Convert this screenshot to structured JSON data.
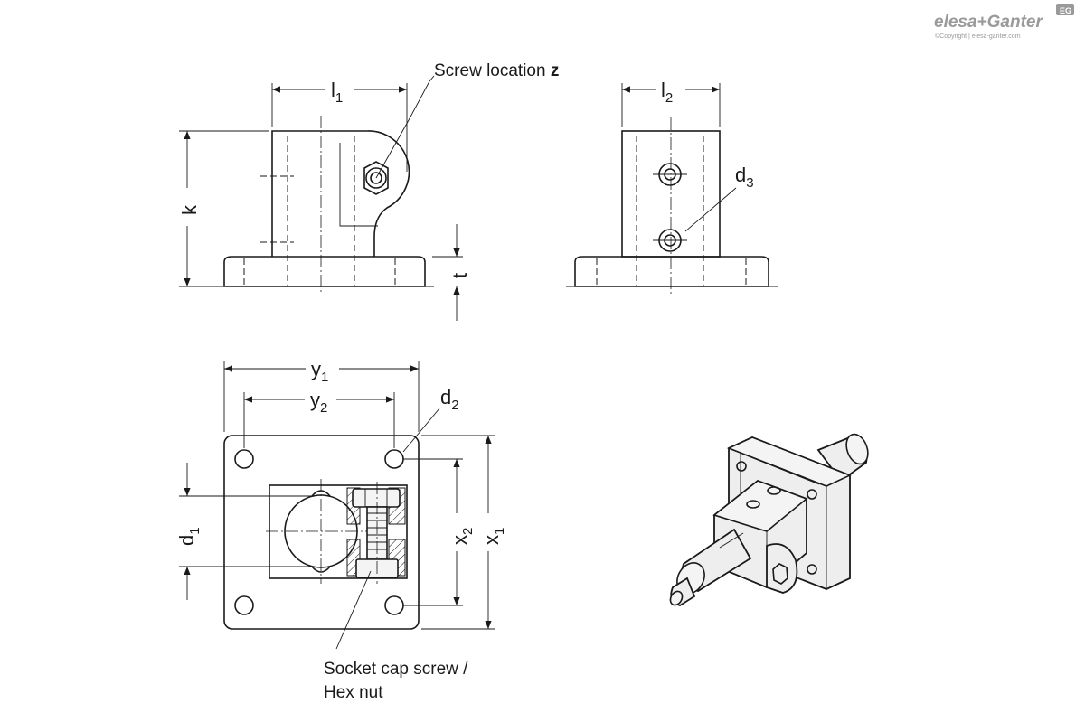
{
  "logo": {
    "brand": "elesa+Ganter",
    "badge": "EG",
    "copyright": "©Copyright | elesa-ganter.com"
  },
  "callouts": {
    "screw_location": "Screw location",
    "screw_location_symbol": "z",
    "socket_line1": "Socket cap screw /",
    "socket_line2": "Hex nut"
  },
  "dimensions": {
    "l1": {
      "base": "l",
      "sub": "1"
    },
    "l2": {
      "base": "l",
      "sub": "2"
    },
    "k": {
      "base": "k",
      "sub": ""
    },
    "t": {
      "base": "t",
      "sub": ""
    },
    "d3": {
      "base": "d",
      "sub": "3"
    },
    "y1": {
      "base": "y",
      "sub": "1"
    },
    "y2": {
      "base": "y",
      "sub": "2"
    },
    "d2": {
      "base": "d",
      "sub": "2"
    },
    "d1": {
      "base": "d",
      "sub": "1"
    },
    "x2": {
      "base": "x",
      "sub": "2"
    },
    "x1": {
      "base": "x",
      "sub": "1"
    }
  },
  "colors": {
    "line": "#1a1a1a",
    "fill": "#eeeeee",
    "logo": "#9a9a9a"
  }
}
